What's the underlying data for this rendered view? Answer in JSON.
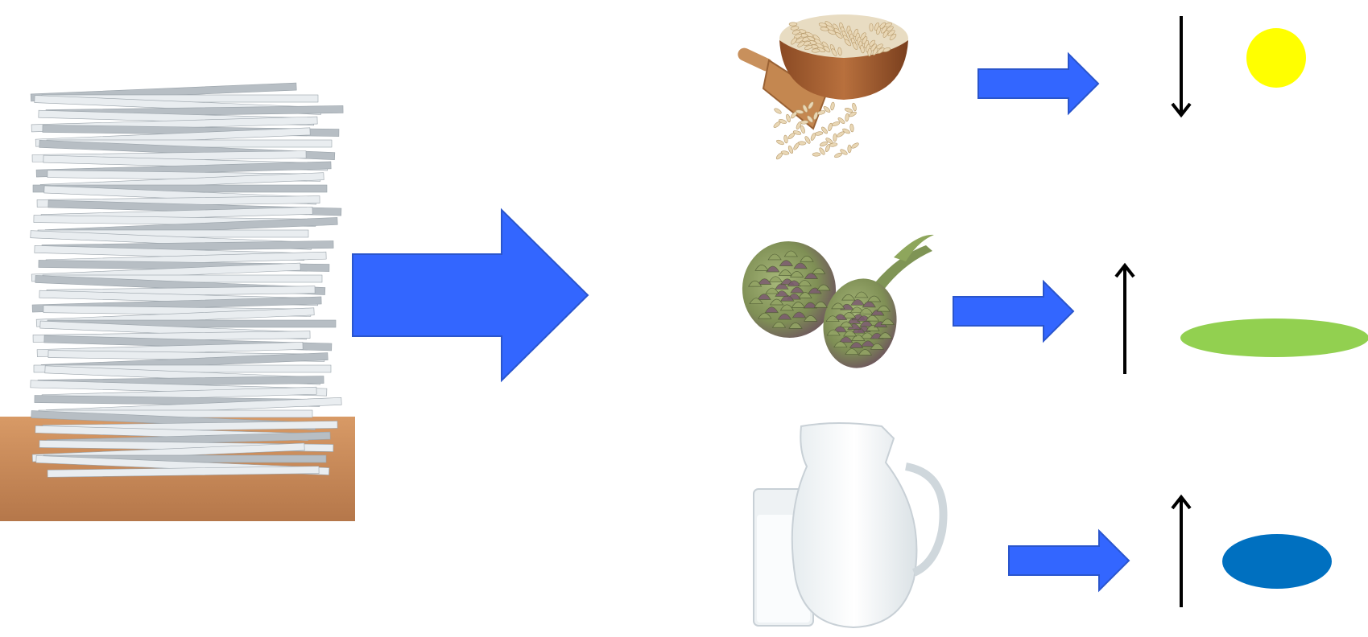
{
  "colors": {
    "background": "#ffffff",
    "arrow_fill": "#3366ff",
    "arrow_stroke": "#2a55cc",
    "indicator_arrow": "#000000",
    "yellow": "#ffff00",
    "green": "#92d050",
    "blue": "#0070c0",
    "table_wood": "#c98a56",
    "paper": "#e9edf0",
    "paper_shadow": "#b7bec4"
  },
  "left_image": {
    "icon": "paper-stack"
  },
  "main_arrow": {
    "icon": "big-right-arrow"
  },
  "rows": [
    {
      "food_icon": "rice-grains",
      "arrow_icon": "right-arrow",
      "direction": "down",
      "shape": "circle",
      "shape_color": "#ffff00"
    },
    {
      "food_icon": "artichokes",
      "arrow_icon": "right-arrow",
      "direction": "up",
      "shape": "wide-ellipse",
      "shape_color": "#92d050"
    },
    {
      "food_icon": "milk-pitcher-and-glass",
      "arrow_icon": "right-arrow",
      "direction": "up",
      "shape": "ellipse",
      "shape_color": "#0070c0"
    }
  ]
}
